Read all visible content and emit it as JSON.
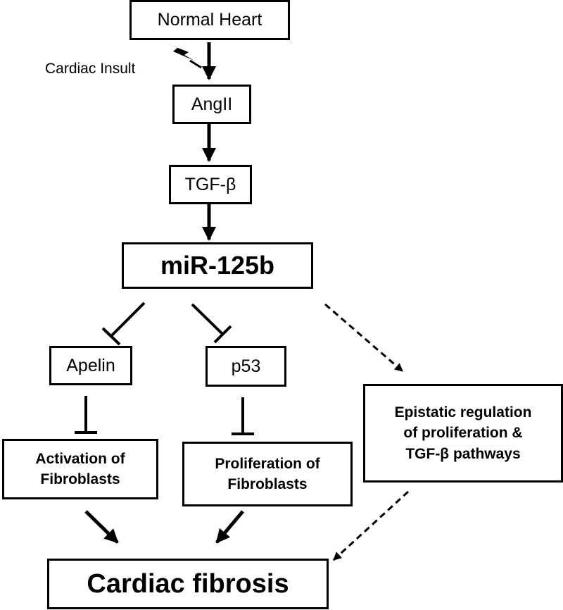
{
  "nodes": {
    "normal_heart": "Normal Heart",
    "angii": "AngII",
    "tgf_beta": "TGF-β",
    "mir125b": "miR-125b",
    "apelin": "Apelin",
    "p53": "p53",
    "activation_line1": "Activation of",
    "activation_line2": "Fibroblasts",
    "proliferation_line1": "Proliferation of",
    "proliferation_line2": "Fibroblasts",
    "epistatic_line1": "Epistatic regulation",
    "epistatic_line2": "of proliferation &",
    "epistatic_line3": "TGF-β pathways",
    "cardiac_fibrosis": "Cardiac fibrosis"
  },
  "labels": {
    "cardiac_insult": "Cardiac Insult"
  },
  "edges": [
    {
      "from": "Normal Heart",
      "to": "AngII",
      "type": "activation",
      "style": "solid"
    },
    {
      "from": "AngII",
      "to": "TGF-β",
      "type": "activation",
      "style": "solid"
    },
    {
      "from": "TGF-β",
      "to": "miR-125b",
      "type": "activation",
      "style": "solid"
    },
    {
      "from": "miR-125b",
      "to": "Apelin",
      "type": "inhibition",
      "style": "solid"
    },
    {
      "from": "miR-125b",
      "to": "p53",
      "type": "inhibition",
      "style": "solid"
    },
    {
      "from": "miR-125b",
      "to": "Epistatic regulation of proliferation & TGF-β pathways",
      "type": "activation",
      "style": "dashed"
    },
    {
      "from": "Apelin",
      "to": "Activation of Fibroblasts",
      "type": "inhibition",
      "style": "solid"
    },
    {
      "from": "p53",
      "to": "Proliferation of Fibroblasts",
      "type": "inhibition",
      "style": "solid"
    },
    {
      "from": "Activation of Fibroblasts",
      "to": "Cardiac fibrosis",
      "type": "activation",
      "style": "solid"
    },
    {
      "from": "Proliferation of Fibroblasts",
      "to": "Cardiac fibrosis",
      "type": "activation",
      "style": "solid"
    },
    {
      "from": "Epistatic regulation of proliferation & TGF-β pathways",
      "to": "Cardiac fibrosis",
      "type": "activation",
      "style": "dashed"
    }
  ],
  "icons": {
    "insult": "lightning-bolt-icon"
  },
  "colors": {
    "stroke": "#000000",
    "background": "#ffffff"
  }
}
